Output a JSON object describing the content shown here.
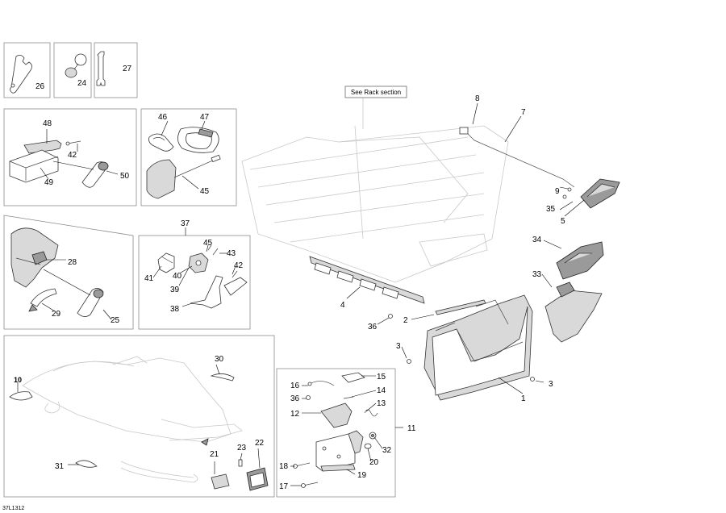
{
  "diagram_code": "37L1312",
  "see_rack_label": "See Rack section",
  "callouts": {
    "c1": "1",
    "c2": "2",
    "c3a": "3",
    "c3b": "3",
    "c4": "4",
    "c5": "5",
    "c7": "7",
    "c8": "8",
    "c9": "9",
    "c10": "10",
    "c11": "11",
    "c12": "12",
    "c13": "13",
    "c14": "14",
    "c15": "15",
    "c16": "16",
    "c17": "17",
    "c18": "18",
    "c19": "19",
    "c20": "20",
    "c21": "21",
    "c22": "22",
    "c23": "23",
    "c24": "24",
    "c25": "25",
    "c26": "26",
    "c27": "27",
    "c28": "28",
    "c29": "29",
    "c30": "30",
    "c31": "31",
    "c32": "32",
    "c33": "33",
    "c34": "34",
    "c35": "35",
    "c36a": "36",
    "c36b": "36",
    "c37": "37",
    "c38": "38",
    "c39": "39",
    "c40": "40",
    "c41": "41",
    "c42a": "42",
    "c42b": "42",
    "c43": "43",
    "c45a": "45",
    "c45b": "45",
    "c46": "46",
    "c47": "47",
    "c48": "48",
    "c49": "49",
    "c50": "50"
  }
}
